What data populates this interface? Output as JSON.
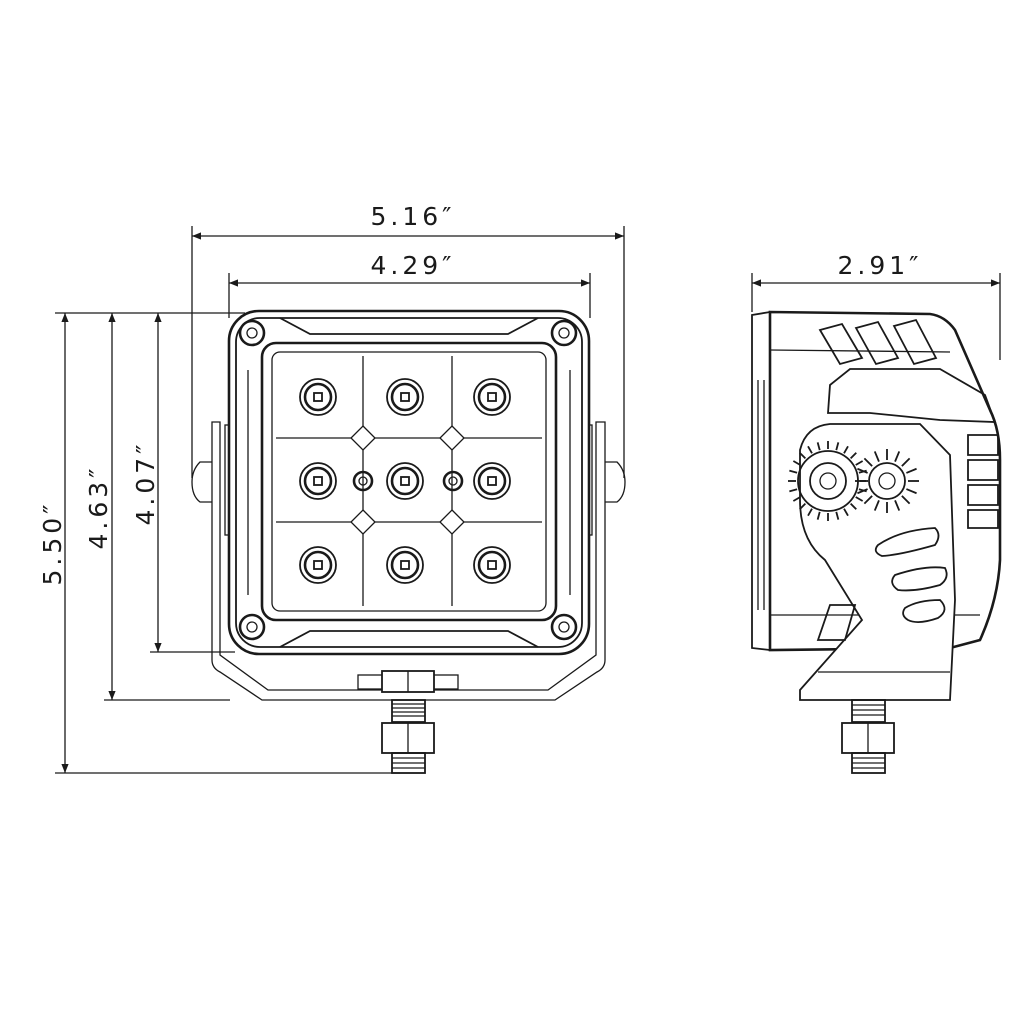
{
  "drawing": {
    "front_view": {
      "overall_width": "5.16″",
      "housing_width": "4.29″",
      "overall_height": "5.50″",
      "bracket_height": "4.63″",
      "housing_height": "4.07″",
      "led_count": 9
    },
    "side_view": {
      "depth": "2.91″"
    },
    "colors": {
      "line": "#1a1a1a",
      "background": "#ffffff"
    }
  }
}
